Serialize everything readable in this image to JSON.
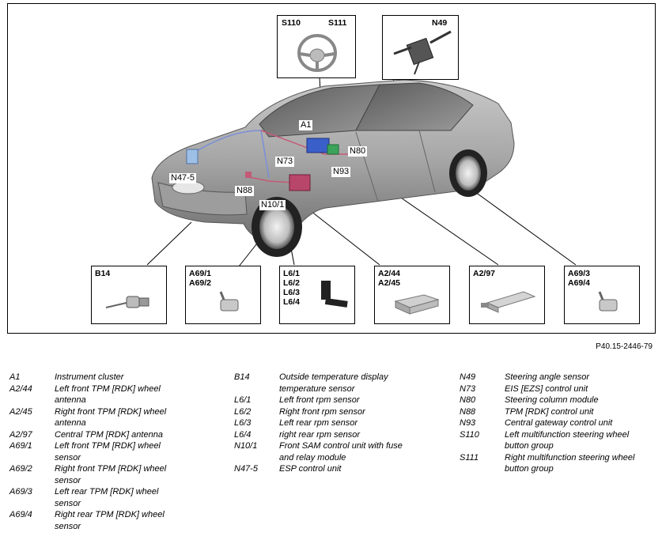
{
  "figure_ref": "P40.15-2446-79",
  "callouts": [
    {
      "id": "s110-s111",
      "labels": [
        "S110",
        "S111"
      ],
      "icon": "steering-wheel-icon"
    },
    {
      "id": "n49",
      "labels": [
        "N49"
      ],
      "icon": "steering-column-switch-icon"
    },
    {
      "id": "b14",
      "labels": [
        "B14"
      ],
      "icon": "temperature-sensor-icon"
    },
    {
      "id": "a69-front",
      "labels": [
        "A69/1",
        "A69/2"
      ],
      "icon": "tire-pressure-sensor-icon"
    },
    {
      "id": "l6",
      "labels": [
        "L6/1",
        "L6/2",
        "L6/3",
        "L6/4"
      ],
      "icon": "rpm-sensor-icon"
    },
    {
      "id": "a2-44-45",
      "labels": [
        "A2/44",
        "A2/45"
      ],
      "icon": "antenna-module-icon"
    },
    {
      "id": "a2-97",
      "labels": [
        "A2/97"
      ],
      "icon": "central-antenna-icon"
    },
    {
      "id": "a69-rear",
      "labels": [
        "A69/3",
        "A69/4"
      ],
      "icon": "tire-pressure-sensor-icon"
    }
  ],
  "car_tags": [
    "A1",
    "N80",
    "N73",
    "N93",
    "N47-5",
    "N88",
    "N10/1"
  ],
  "legend": {
    "col1": [
      {
        "code": "A1",
        "text": "Instrument cluster"
      },
      {
        "code": "A2/44",
        "text": "Left front TPM [RDK] wheel\nantenna"
      },
      {
        "code": "A2/45",
        "text": "Right front TPM [RDK] wheel\nantenna"
      },
      {
        "code": "A2/97",
        "text": "Central TPM [RDK] antenna"
      },
      {
        "code": "A69/1",
        "text": "Left front TPM [RDK] wheel\nsensor"
      },
      {
        "code": "A69/2",
        "text": "Right front TPM [RDK] wheel\nsensor"
      },
      {
        "code": "A69/3",
        "text": "Left rear TPM [RDK] wheel\nsensor"
      },
      {
        "code": "A69/4",
        "text": "Right rear TPM [RDK] wheel\nsensor"
      }
    ],
    "col2": [
      {
        "code": "B14",
        "text": "Outside temperature display\ntemperature sensor"
      },
      {
        "code": "L6/1",
        "text": "Left front rpm sensor"
      },
      {
        "code": "L6/2",
        "text": "Right front rpm sensor"
      },
      {
        "code": "L6/3",
        "text": "Left rear rpm sensor"
      },
      {
        "code": "L6/4",
        "text": "right rear rpm sensor"
      },
      {
        "code": "N10/1",
        "text": "Front SAM control unit with fuse\nand relay module"
      },
      {
        "code": "N47-5",
        "text": "ESP control unit"
      }
    ],
    "col3": [
      {
        "code": "N49",
        "text": "Steering angle sensor"
      },
      {
        "code": "N73",
        "text": "EIS [EZS] control unit"
      },
      {
        "code": "N80",
        "text": "Steering column module"
      },
      {
        "code": "N88",
        "text": "TPM [RDK] control unit"
      },
      {
        "code": "N93",
        "text": "Central gateway control unit"
      },
      {
        "code": "S110",
        "text": "Left multifunction steering wheel\nbutton group"
      },
      {
        "code": "S111",
        "text": "Right multifunction steering wheel\nbutton group"
      }
    ]
  }
}
